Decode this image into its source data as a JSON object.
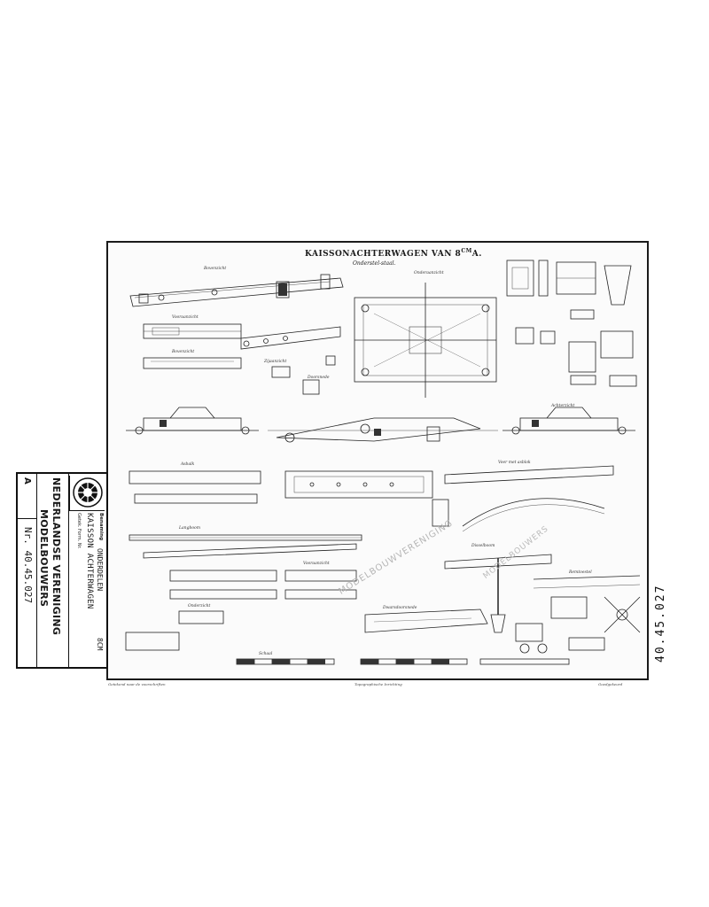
{
  "sheet": {
    "title": "KAISSONACHTERWAGEN VAN 8",
    "title_sup": "CM",
    "title_end": "A.",
    "subtitle": "Onderstel-staal.",
    "labels": {
      "l1": "Bovenzicht",
      "l2": "Vooraanzicht",
      "l3": "Bovenzicht",
      "l4": "Zijaanzicht",
      "l5": "Onderaanzicht",
      "l6": "Doorsnede",
      "l7": "Achterzicht",
      "l8": "Asbalk",
      "l9": "Langboom",
      "l10": "Veer met asblok",
      "l11": "Disselboom",
      "l12": "Remtoestel",
      "l13": "Vooraanzicht",
      "l14": "Schaal",
      "l15": "Dwarsdoorsnede",
      "l16": "Onderzicht"
    },
    "footer_left": "Getekend naar de voorschriften",
    "footer_mid": "Topographische Inrichting",
    "footer_right": "Goedgekeurd"
  },
  "watermark": "MODELBOUWVERENIGING",
  "watermark2": "MODELBOUWERS",
  "titleblock": {
    "label": "Benaming",
    "part": "ONDERDELEN",
    "name": "KAISSON ACHTERWAGEN",
    "caliber": "8CM",
    "row": "Getek.  Form.  Nr.",
    "org_line1": "NEDERLANDSE VERENIGING",
    "org_line2": "MODELBOUWERS",
    "sheet_letter": "A",
    "number": "Nr. 40.45.027"
  },
  "side_code": "40.45.027"
}
